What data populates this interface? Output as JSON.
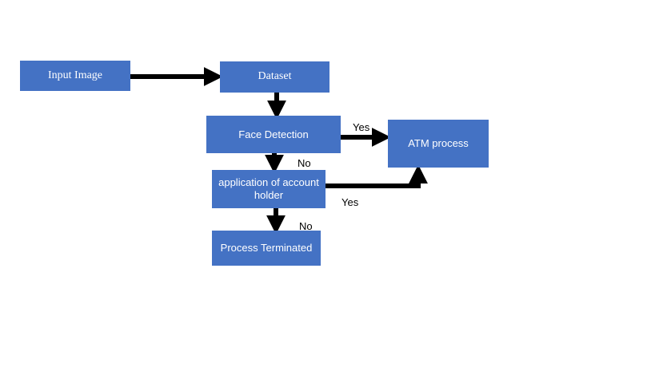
{
  "nodes": {
    "input_image": "Input Image",
    "dataset": "Dataset",
    "face_detection": "Face Detection",
    "atm_process": "ATM process",
    "application": "application of account holder",
    "process_terminated": "Process Terminated"
  },
  "edge_labels": {
    "face_to_atm": "Yes",
    "face_to_application": "No",
    "application_to_atm": "Yes",
    "application_to_terminated": "No"
  },
  "colors": {
    "node_fill": "#4472c4",
    "node_text": "#ffffff",
    "arrow": "#000000"
  }
}
